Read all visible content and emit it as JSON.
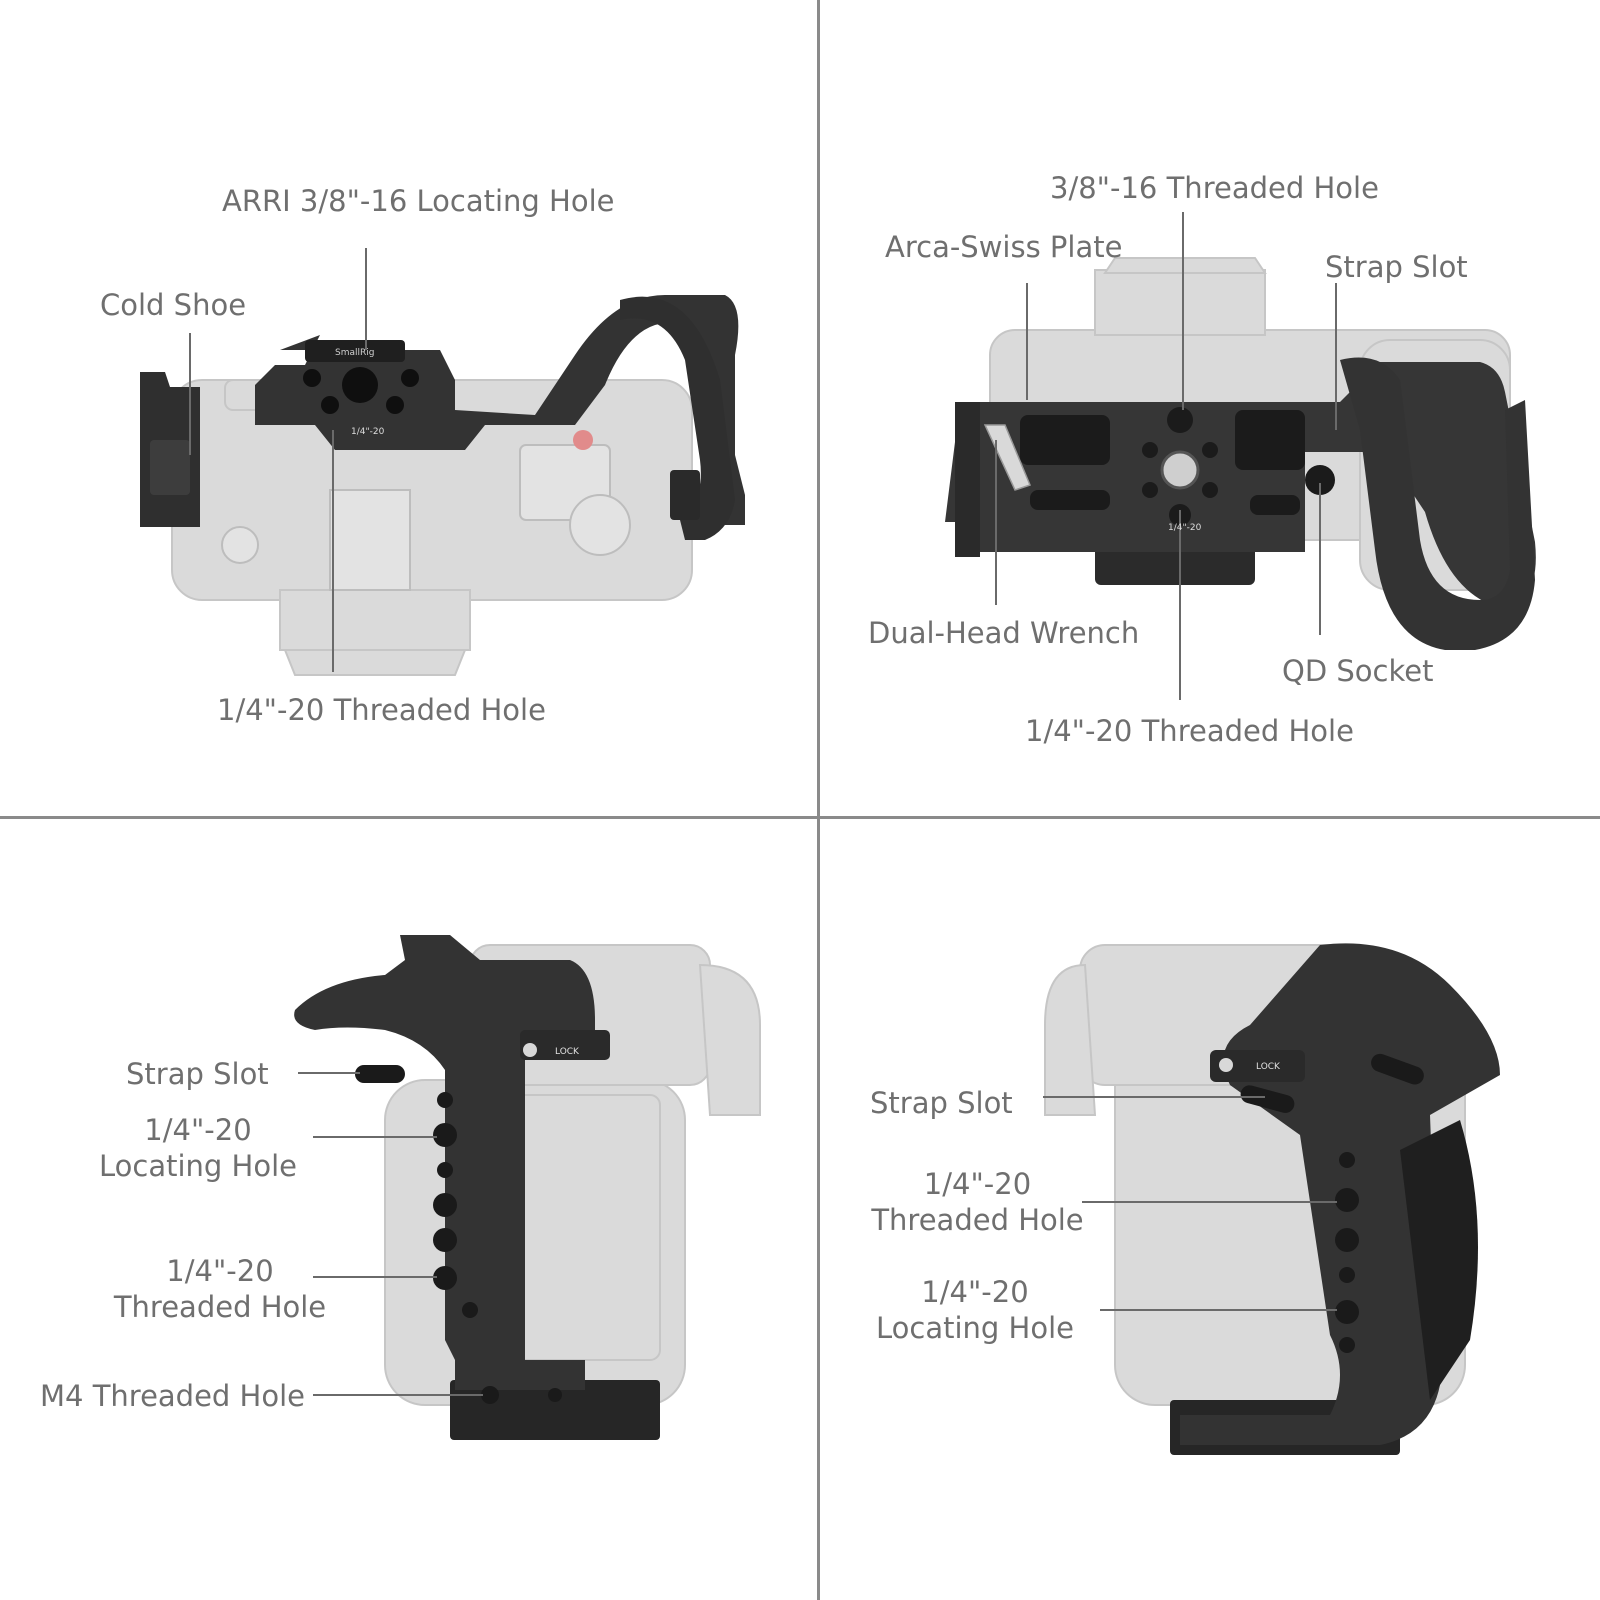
{
  "panels": {
    "top_left": {
      "labels": {
        "arri_locating_hole": "ARRI 3/8\"-16 Locating Hole",
        "cold_shoe": "Cold Shoe",
        "threaded_hole_quarter": "1/4\"-20 Threaded Hole"
      },
      "cage_marking": "1/4\"-20",
      "brand_marking": "SmallRig"
    },
    "top_right": {
      "labels": {
        "threaded_hole_three_eighths": "3/8\"-16 Threaded Hole",
        "arca_swiss_plate": "Arca-Swiss Plate",
        "strap_slot": "Strap Slot",
        "dual_head_wrench": "Dual-Head Wrench",
        "qd_socket": "QD Socket",
        "threaded_hole_quarter": "1/4\"-20 Threaded Hole"
      },
      "plate_marking": "1/4\"-20"
    },
    "bottom_left": {
      "labels": {
        "strap_slot": "Strap Slot",
        "locating_hole_line1": "1/4\"-20",
        "locating_hole_line2": "Locating Hole",
        "threaded_hole_line1": "1/4\"-20",
        "threaded_hole_line2": "Threaded Hole",
        "m4_threaded_hole": "M4 Threaded Hole"
      },
      "lock_marking": "LOCK"
    },
    "bottom_right": {
      "labels": {
        "strap_slot": "Strap Slot",
        "threaded_hole_line1": "1/4\"-20",
        "threaded_hole_line2": "Threaded Hole",
        "locating_hole_line1": "1/4\"-20",
        "locating_hole_line2": "Locating Hole"
      },
      "lock_marking": "LOCK"
    }
  },
  "colors": {
    "background": "#ffffff",
    "divider": "#8a8a8a",
    "label_text": "#6f6f6f",
    "leader_line": "#6a6a6a",
    "camera_body": "#c9c9c9",
    "cage_metal": "#2f2f2f"
  }
}
